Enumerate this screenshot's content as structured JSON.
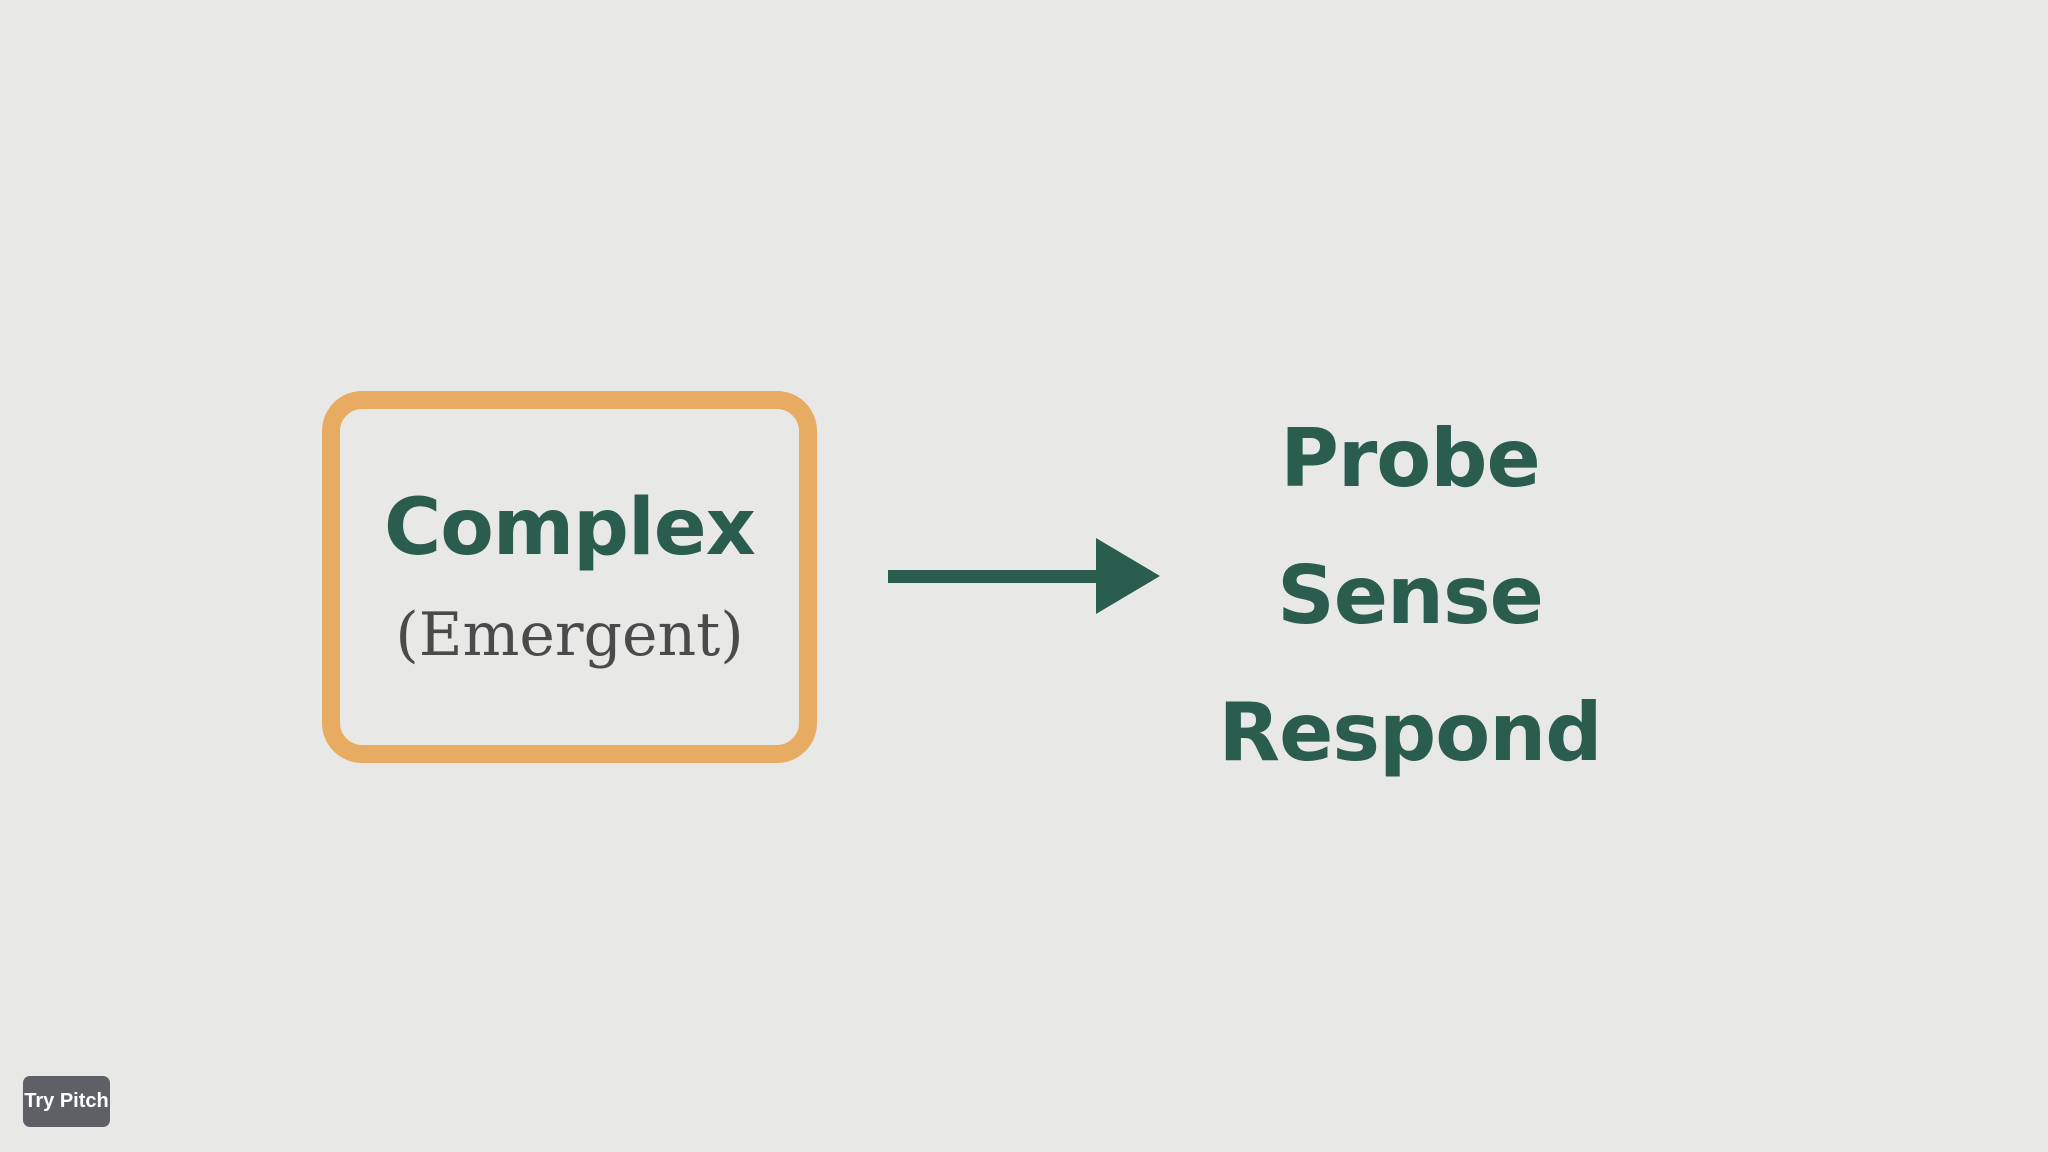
{
  "slide": {
    "domain": {
      "title": "Complex",
      "subtitle": "(Emergent)"
    },
    "steps": [
      "Probe",
      "Sense",
      "Respond"
    ]
  },
  "footer": {
    "try_pitch_label": "Try Pitch"
  },
  "colors": {
    "background": "#e8e9e6",
    "accent_green": "#2b5d4f",
    "box_orange": "#e8ab62",
    "subtitle_gray": "#4a4a4a",
    "badge_gray": "#5f6066"
  },
  "icons": {
    "arrow": "right-arrow-icon"
  }
}
